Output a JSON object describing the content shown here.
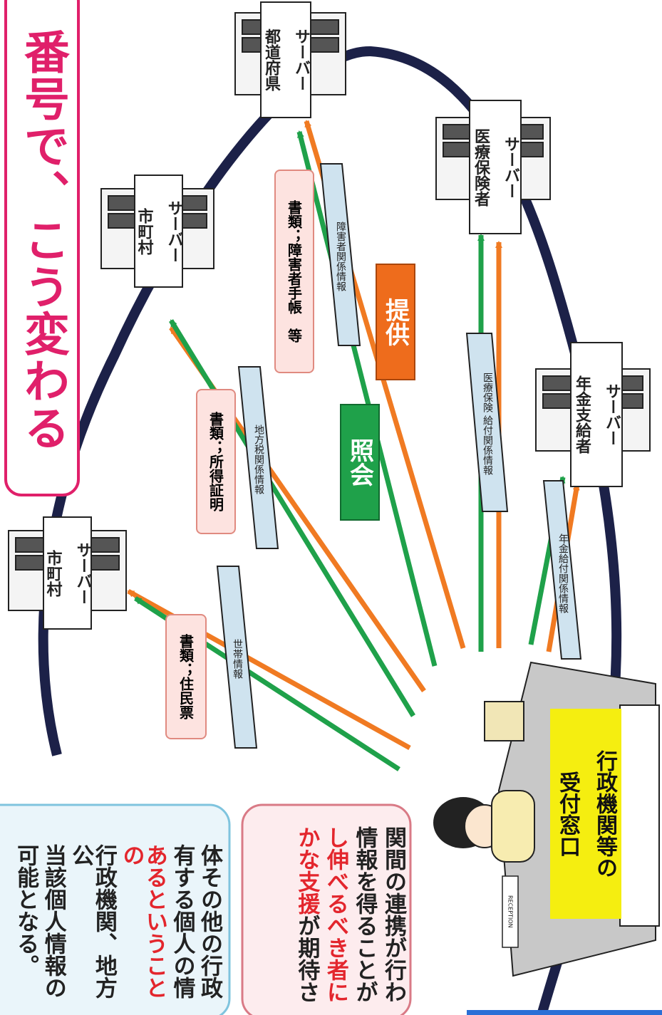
{
  "title": "番号で、こう変わる",
  "servers": [
    {
      "id": "city1",
      "line1": "市町村",
      "line2": "サーバー"
    },
    {
      "id": "city2",
      "line1": "市町村",
      "line2": "サーバー"
    },
    {
      "id": "pref",
      "line1": "都道府県",
      "line2": "サーバー"
    },
    {
      "id": "medical",
      "line1": "医療保険者",
      "line2": "サーバー"
    },
    {
      "id": "pension",
      "line1": "年金支給者",
      "line2": "サーバー"
    }
  ],
  "documents": [
    {
      "id": "doc1",
      "text": "書類；住民票"
    },
    {
      "id": "doc2",
      "text": "書類；所得証明"
    },
    {
      "id": "doc3",
      "text": "書類；障害者手帳　等"
    }
  ],
  "info_items": [
    {
      "id": "info1",
      "text": "世帯情報"
    },
    {
      "id": "info2",
      "text": "地方税関係情報"
    },
    {
      "id": "info3",
      "text": "障害者関係情報"
    },
    {
      "id": "info4a",
      "text": "医療保険"
    },
    {
      "id": "info4b",
      "text": "給付関係情報"
    },
    {
      "id": "info5",
      "text": "年金給付関係情報"
    }
  ],
  "labels": {
    "inquiry": "照会",
    "provide": "提供",
    "reception_line1": "行政機関等の",
    "reception_line2": "受付窓口",
    "reception_sign": "RECEPTION"
  },
  "left_box1": {
    "lines": [
      {
        "parts": [
          {
            "t": "体その他の行政",
            "red": false
          }
        ]
      },
      {
        "parts": [
          {
            "t": "有する個人の情",
            "red": false
          }
        ]
      },
      {
        "parts": [
          {
            "t": "あるということの",
            "red": true
          }
        ]
      },
      {
        "parts": [
          {
            "t": "行政機関、地方公",
            "red": false
          }
        ]
      },
      {
        "parts": [
          {
            "t": "当該個人情報の",
            "red": false
          }
        ]
      },
      {
        "parts": [
          {
            "t": "可能となる。",
            "red": false
          }
        ]
      }
    ]
  },
  "left_box2": {
    "lines": [
      {
        "parts": [
          {
            "t": "関間の連携が行わ",
            "red": false
          }
        ]
      },
      {
        "parts": [
          {
            "t": "情報を得ることが",
            "red": false
          }
        ]
      },
      {
        "parts": [
          {
            "t": "し伸べるべき者に",
            "red": true
          }
        ]
      },
      {
        "parts": [
          {
            "t": "かな支援",
            "red": true
          },
          {
            "t": "が期待さ",
            "red": false
          }
        ]
      }
    ]
  },
  "colors": {
    "ring": "#1c2148",
    "arrow_orange": "#f07a22",
    "arrow_green": "#1fa14a",
    "title_border": "#e0206a",
    "inquiry_bg": "#1fa14a",
    "provide_bg": "#ee6c1c",
    "reception_bg": "#f5ee10",
    "info_fill": "#cfe3ef",
    "box1_border": "#7fc4de",
    "box1_bg": "#eaf5fa",
    "box2_border": "#d97a86",
    "box2_bg": "#fdecee",
    "red_text": "#e3262d"
  }
}
